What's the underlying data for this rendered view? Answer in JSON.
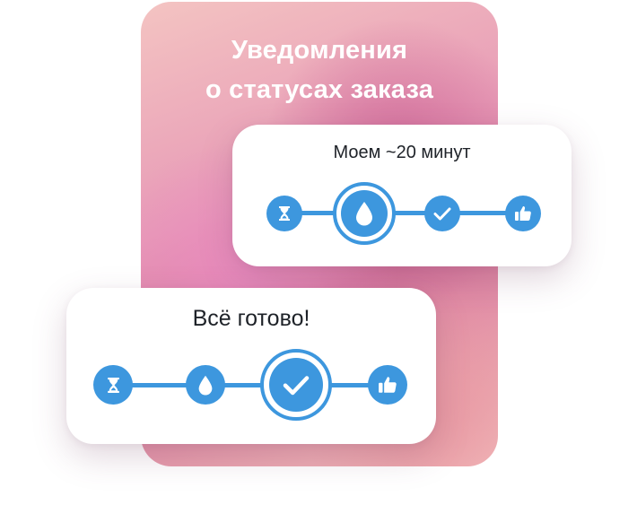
{
  "panel": {
    "title_line1": "Уведомления",
    "title_line2": "о статусах заказа",
    "colors": {
      "gradient_light": "#f4c4c2",
      "gradient_mid": "#e79ab6",
      "gradient_deep": "#d9789e"
    }
  },
  "cards": [
    {
      "title": "Моем ~20 минут",
      "active_step": 2,
      "steps": [
        {
          "icon": "hourglass-icon"
        },
        {
          "icon": "water-drop-icon"
        },
        {
          "icon": "checkmark-icon"
        },
        {
          "icon": "thumbs-up-icon"
        }
      ]
    },
    {
      "title": "Всё готово!",
      "active_step": 3,
      "steps": [
        {
          "icon": "hourglass-icon"
        },
        {
          "icon": "water-drop-icon"
        },
        {
          "icon": "checkmark-icon"
        },
        {
          "icon": "thumbs-up-icon"
        }
      ]
    }
  ],
  "colors": {
    "accent": "#3d97de",
    "text": "#1e2228",
    "card": "#ffffff"
  }
}
